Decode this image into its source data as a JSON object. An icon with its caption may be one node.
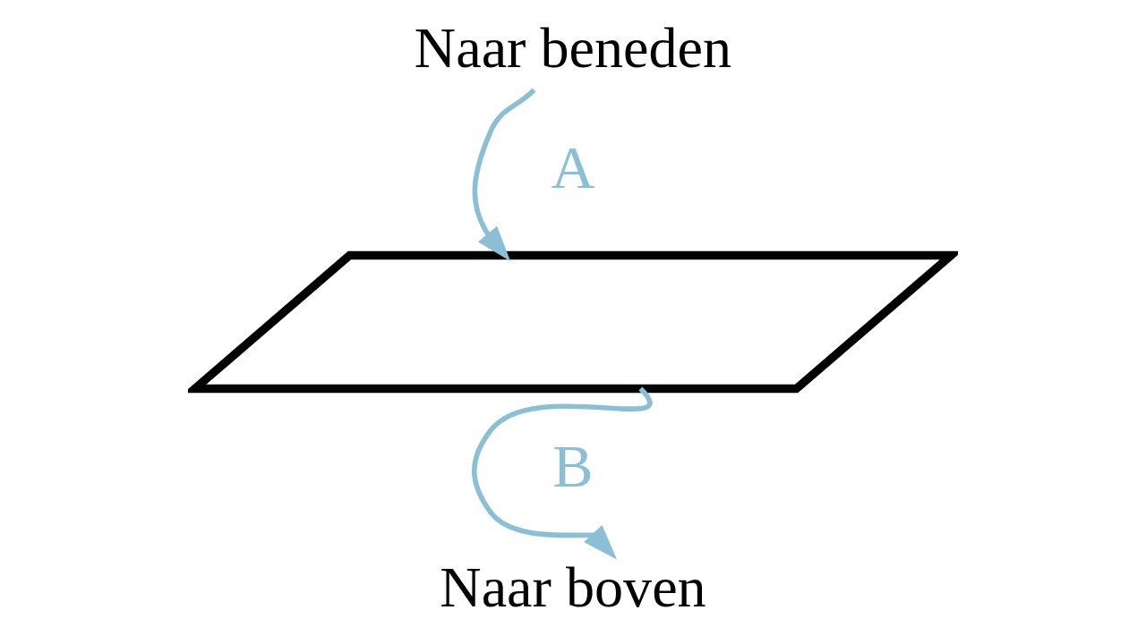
{
  "diagram": {
    "nodes": [
      {
        "text": [
          "Naar beneden"
        ]
      },
      {
        "text": [],
        "shape": "parallelogram"
      },
      {
        "text": [
          "Naar boven"
        ]
      }
    ],
    "edges": [
      {
        "from": 0,
        "to": 1,
        "arrow": "to"
      },
      {
        "from": 1,
        "to": 2,
        "arrow": "to"
      }
    ],
    "labels": [
      "A",
      "B"
    ]
  }
}
